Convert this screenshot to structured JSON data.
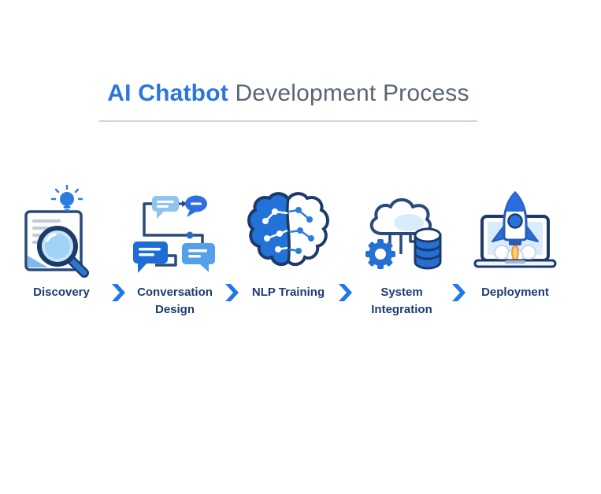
{
  "title": {
    "highlight": "AI Chatbot",
    "rest": " Development Process"
  },
  "colors": {
    "accent_blue": "#2b77dd",
    "title_gray": "#5a6472",
    "label_navy": "#1d3c6e",
    "chevron_blue": "#1b79e8",
    "divider_gray": "#cdd5de",
    "icon_navy_outline": "#1d3a6b",
    "icon_light_blue": "#8ec4f0",
    "flame_orange": "#f0933e",
    "background": "#ffffff"
  },
  "stages": [
    {
      "label": "Discovery",
      "icon": "document-magnifier-bulb-icon"
    },
    {
      "label": "Conversation Design",
      "icon": "chat-flowchart-icon"
    },
    {
      "label": "NLP Training",
      "icon": "circuit-brain-icon"
    },
    {
      "label": "System Integration",
      "icon": "cloud-gear-database-icon"
    },
    {
      "label": "Deployment",
      "icon": "laptop-rocket-icon"
    }
  ],
  "separator_icon": "chevron-right-icon"
}
